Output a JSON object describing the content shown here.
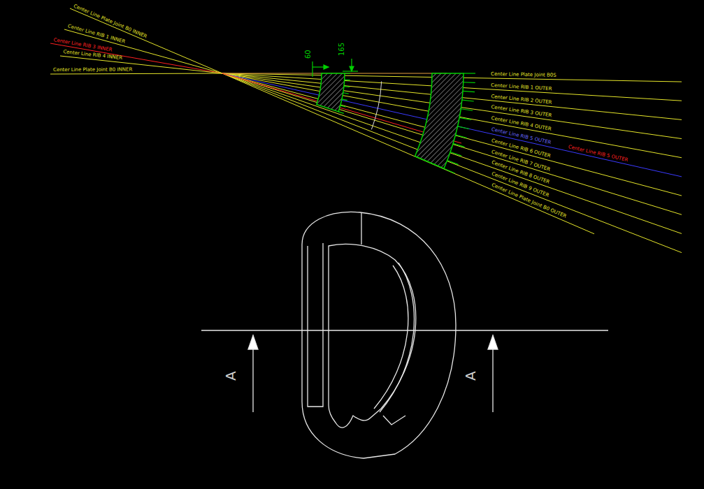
{
  "diagram": {
    "labels": [
      "Center Line Plate Joint B0 INNER",
      "Center Line RIB 1 INNER",
      "Center Line RIB 3 INNER",
      "Center Line RIB 4 INNER",
      "Center Line Plate Joint B0 INNER",
      "60",
      "165",
      "Center Line Plate Joint B0S",
      "Center Line RIB 1 OUTER",
      "Center Line RIB 2 OUTER",
      "Center Line RIB 3 OUTER",
      "Center Line RIB 4 OUTER",
      "Center Line RIB 5 OUTER",
      "Center Line RIB 6 OUTER",
      "Center Line RIB 7 OUTER",
      "Center Line RIB 8 OUTER",
      "Center Line RIB 9 OUTER",
      "Center Line Plate Joint B0 OUTER",
      "Center Line RIB 5 OUTER",
      "A",
      "A"
    ]
  }
}
